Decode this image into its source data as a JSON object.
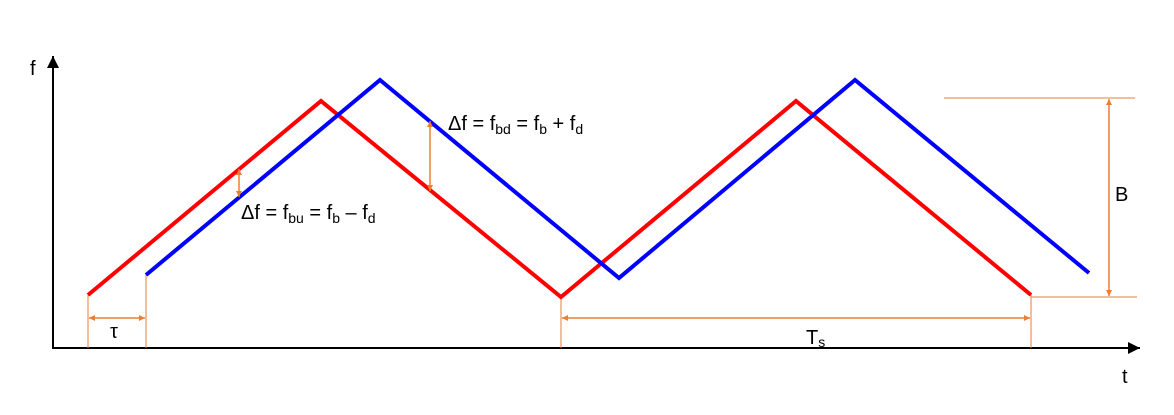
{
  "axes": {
    "y_label": "f",
    "x_label": "t"
  },
  "labels": {
    "bandwidth": "B",
    "period": {
      "main": "T",
      "sub": "s"
    },
    "delay": "τ",
    "delta_down": {
      "parts": [
        "Δf = f",
        "bd",
        " = f",
        "b",
        " + f",
        "d"
      ]
    },
    "delta_up": {
      "parts": [
        "Δf = f",
        "bu",
        " = f",
        "b",
        " – f",
        "d"
      ]
    }
  },
  "colors": {
    "transmitted": "#ff0000",
    "received": "#0000ff",
    "annotation": "#ed7d31",
    "axis": "#000000"
  }
}
